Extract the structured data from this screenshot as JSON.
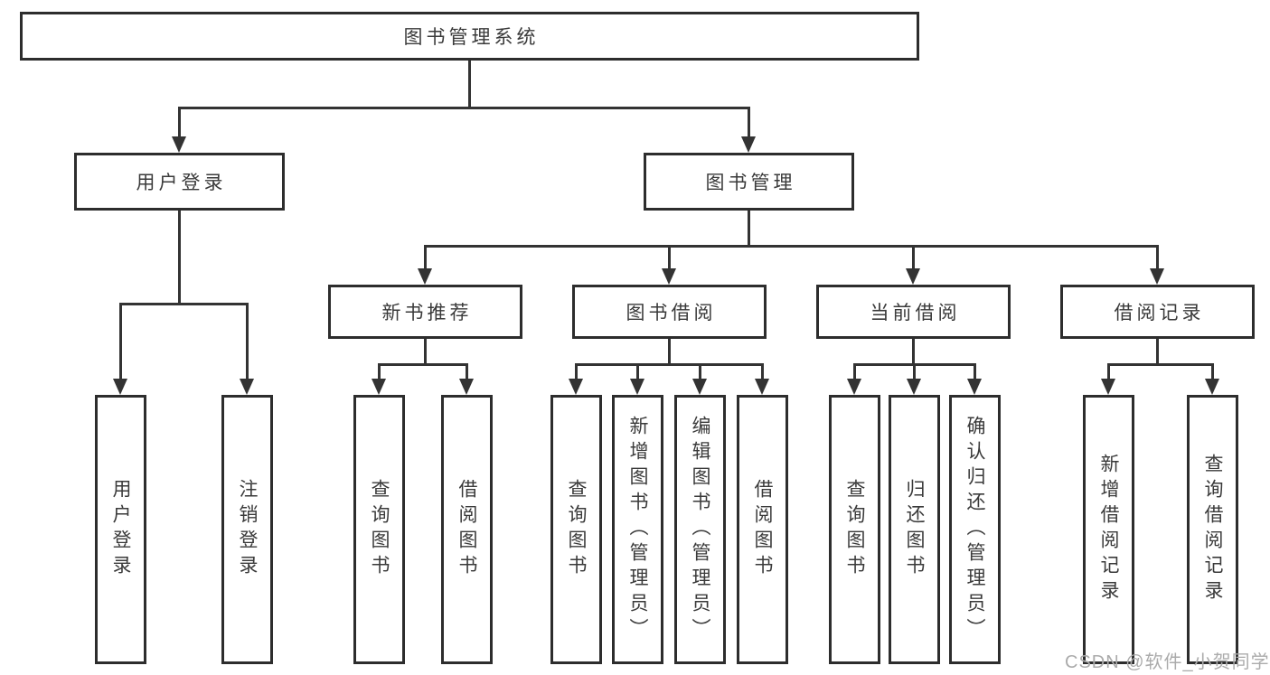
{
  "diagram_title": "图书管理系统",
  "watermark": "CSDN @软件_小贺同学",
  "colors": {
    "background": "#ffffff",
    "box_border": "#2d2d2d",
    "line": "#333333",
    "text": "#3a3a3a",
    "watermark": "#ababab"
  },
  "tree": {
    "root": {
      "label": "图书管理系统"
    },
    "branches": [
      {
        "label": "用户登录",
        "children": [
          {
            "label": "用户登录"
          },
          {
            "label": "注销登录"
          }
        ]
      },
      {
        "label": "图书管理",
        "children": [
          {
            "label": "新书推荐",
            "children": [
              {
                "label": "查询图书"
              },
              {
                "label": "借阅图书"
              }
            ]
          },
          {
            "label": "图书借阅",
            "children": [
              {
                "label": "查询图书"
              },
              {
                "label": "新增图书（管理员）"
              },
              {
                "label": "编辑图书（管理员）"
              },
              {
                "label": "借阅图书"
              }
            ]
          },
          {
            "label": "当前借阅",
            "children": [
              {
                "label": "查询图书"
              },
              {
                "label": "归还图书"
              },
              {
                "label": "确认归还（管理员）"
              }
            ]
          },
          {
            "label": "借阅记录",
            "children": [
              {
                "label": "新增借阅记录"
              },
              {
                "label": "查询借阅记录"
              }
            ]
          }
        ]
      }
    ]
  }
}
